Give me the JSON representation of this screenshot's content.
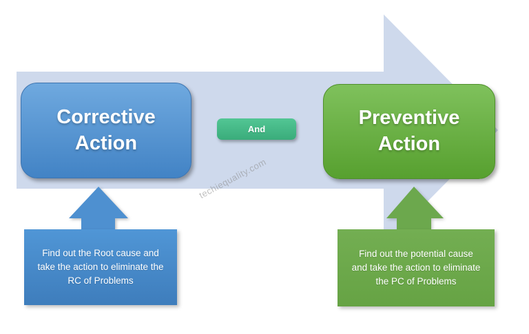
{
  "watermark": "techiequality.com",
  "connector": {
    "label": "And"
  },
  "corrective": {
    "title": "Corrective\nAction",
    "description": "Find out the Root cause and\ntake the action to eliminate the\nRC of Problems"
  },
  "preventive": {
    "title": "Preventive\nAction",
    "description": "Find out the potential cause\nand take the action to eliminate\nthe PC of Problems"
  },
  "icons": {
    "main_flow_arrow": "right-arrow",
    "corrective_pointer": "up-arrow",
    "preventive_pointer": "up-arrow"
  },
  "colors": {
    "arrow_background": "#CED9EC",
    "corrective_top": "#6FA9DF",
    "corrective_bottom": "#4283C5",
    "corrective_border": "#3D74B0",
    "corrective_solid": "#4E90D0",
    "preventive_top": "#7FC15C",
    "preventive_bottom": "#57A02F",
    "preventive_border": "#4E8F2A",
    "preventive_solid": "#6CA84D",
    "connector_top": "#52C694",
    "connector_bottom": "#3AAC7B",
    "watermark_color": "#8C8C8C"
  }
}
